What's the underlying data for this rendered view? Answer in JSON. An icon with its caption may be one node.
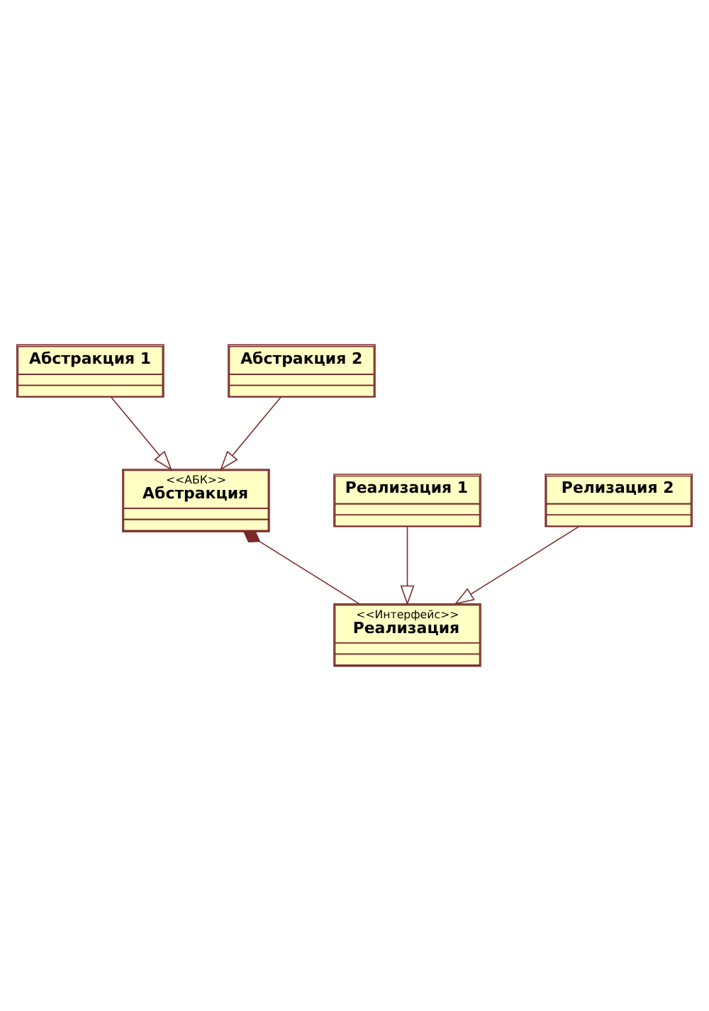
{
  "diagram": {
    "nodes": [
      {
        "text": [
          "Абстракция 1"
        ]
      },
      {
        "text": [
          "Абстракция 2"
        ]
      },
      {
        "text": [
          "<<АБК>>",
          "Абстракция"
        ]
      },
      {
        "text": [
          "<<Интерфейс>>",
          "Реализация"
        ]
      },
      {
        "text": [
          "Реализация 1"
        ]
      },
      {
        "text": [
          "Релизация 2"
        ]
      }
    ],
    "edges": [
      {
        "from": 0,
        "to": 2,
        "arrow": "to"
      },
      {
        "from": 1,
        "to": 2,
        "arrow": "to"
      },
      {
        "from": 2,
        "to": 3,
        "arrow": "other"
      },
      {
        "from": 4,
        "to": 3,
        "arrow": "to"
      },
      {
        "from": 5,
        "to": 3,
        "arrow": "to"
      }
    ]
  }
}
